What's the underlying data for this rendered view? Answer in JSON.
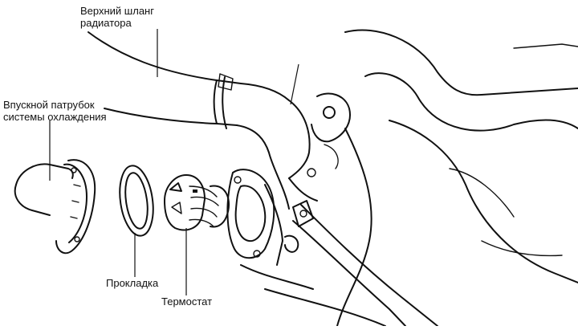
{
  "labels": {
    "upper_hose": [
      "Верхний шланг",
      "радиатора"
    ],
    "inlet_pipe": [
      "Впускной патрубок",
      "системы охлаждения"
    ],
    "gasket": "Прокладка",
    "thermostat": "Термостат"
  }
}
